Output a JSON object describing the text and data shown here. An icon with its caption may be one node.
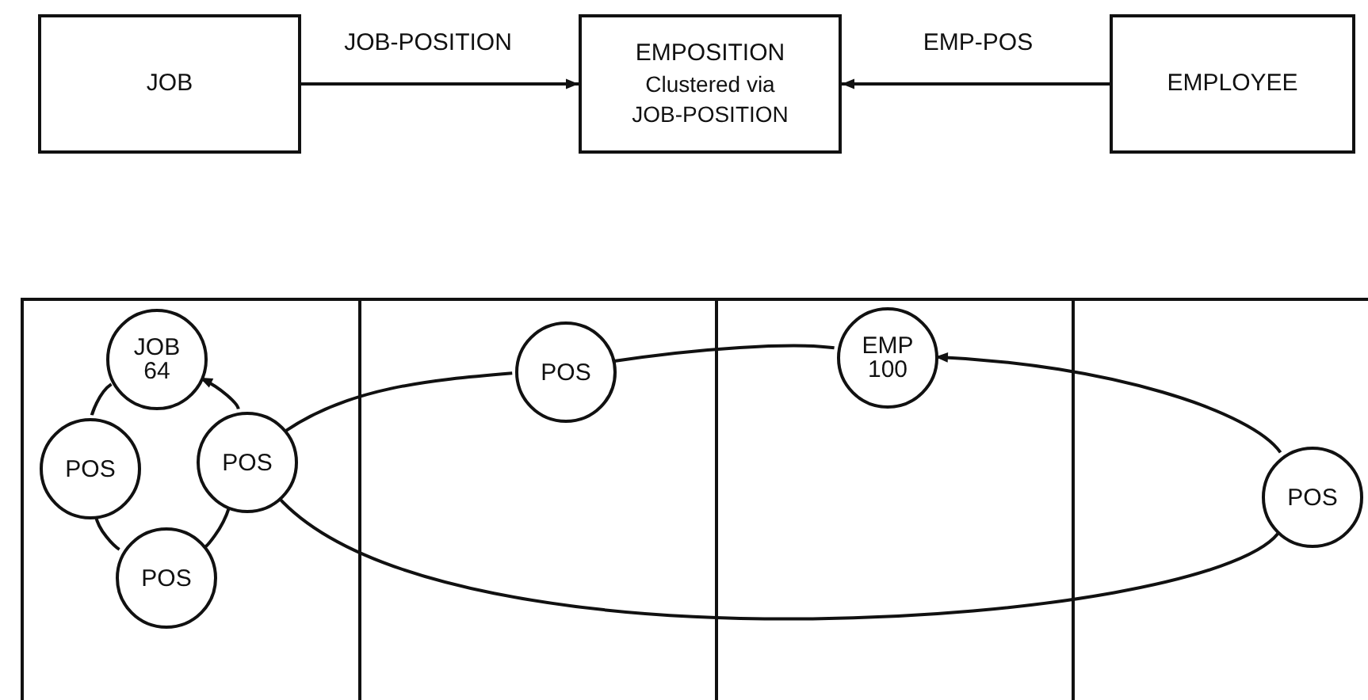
{
  "diagram": {
    "nodes": [
      {
        "text": [
          "JOB"
        ]
      },
      {
        "text": [
          "EMPOSITION",
          "Clustered via JOB-POSITION"
        ]
      },
      {
        "text": [
          "EMPLOYEE"
        ]
      },
      {
        "text": [],
        "shape": "box"
      },
      {
        "text": [],
        "shape": "box"
      },
      {
        "text": [],
        "shape": "box"
      },
      {
        "text": [],
        "shape": "box"
      },
      {
        "text": [
          "JOB 64"
        ],
        "in": 3
      },
      {
        "text": [
          "POS"
        ],
        "in": 4
      },
      {
        "text": [
          "EMP 100"
        ],
        "in": 5
      },
      {
        "text": [
          "POS"
        ],
        "in": 3
      },
      {
        "text": [
          "POS"
        ],
        "in": 3
      },
      {
        "text": [
          "POS"
        ],
        "in": 6
      },
      {
        "text": [
          "POS"
        ],
        "in": 3
      }
    ],
    "edges": [
      {
        "from": 0,
        "to": 1,
        "arrow": "to",
        "label": "JOB-POSITION"
      },
      {
        "from": 2,
        "to": 1,
        "arrow": "to",
        "label": "EMP-POS"
      },
      {
        "from": 7,
        "to": 10,
        "arrow": "none"
      },
      {
        "from": 10,
        "to": 13,
        "arrow": "none"
      },
      {
        "from": 13,
        "to": 11,
        "arrow": "none"
      },
      {
        "from": 11,
        "to": 7,
        "arrow": "to"
      },
      {
        "from": 11,
        "to": 8,
        "arrow": "none"
      },
      {
        "from": 8,
        "to": 9,
        "arrow": "none"
      },
      {
        "from": 12,
        "to": 9,
        "arrow": "to"
      },
      {
        "from": 12,
        "to": 11,
        "arrow": "none"
      }
    ]
  }
}
